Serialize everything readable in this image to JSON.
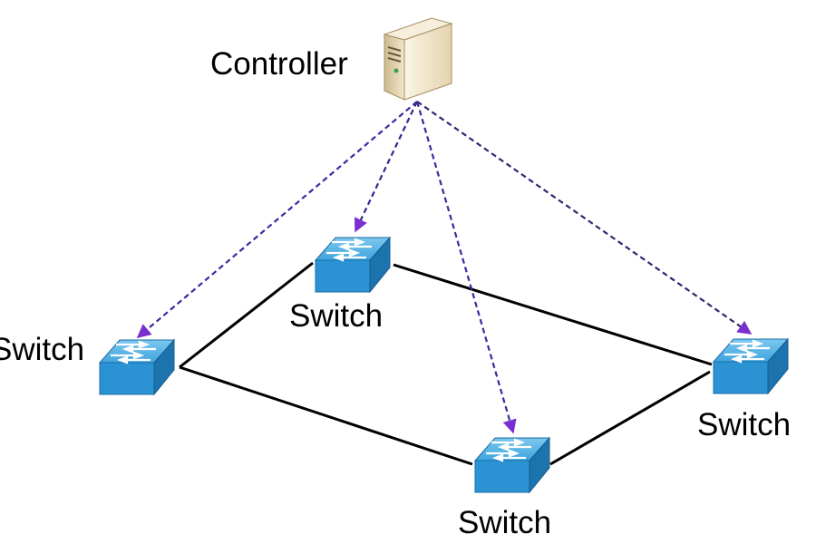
{
  "controller": {
    "label": "Controller",
    "icon": "server-tower-icon"
  },
  "switches": [
    {
      "id": "switch-left",
      "label": "Switch",
      "icon": "network-switch-icon"
    },
    {
      "id": "switch-top",
      "label": "Switch",
      "icon": "network-switch-icon"
    },
    {
      "id": "switch-bottom",
      "label": "Switch",
      "icon": "network-switch-icon"
    },
    {
      "id": "switch-right",
      "label": "Switch",
      "icon": "network-switch-icon"
    }
  ],
  "data_links": [
    [
      "switch-left",
      "switch-top"
    ],
    [
      "switch-top",
      "switch-right"
    ],
    [
      "switch-right",
      "switch-bottom"
    ],
    [
      "switch-bottom",
      "switch-left"
    ]
  ],
  "control_links": [
    {
      "to": "switch-left",
      "color": "#3a2aa0"
    },
    {
      "to": "switch-top",
      "color": "#2a2a90"
    },
    {
      "to": "switch-bottom",
      "color": "#3a2aa0"
    },
    {
      "to": "switch-right",
      "color": "#2a2a70"
    }
  ],
  "colors": {
    "switch_top": "#5fb8e8",
    "switch_front": "#2a8fd0",
    "switch_side": "#1c6fa8",
    "arrowhead": "#7a2fd0",
    "server_body": "#e8d9b8"
  }
}
